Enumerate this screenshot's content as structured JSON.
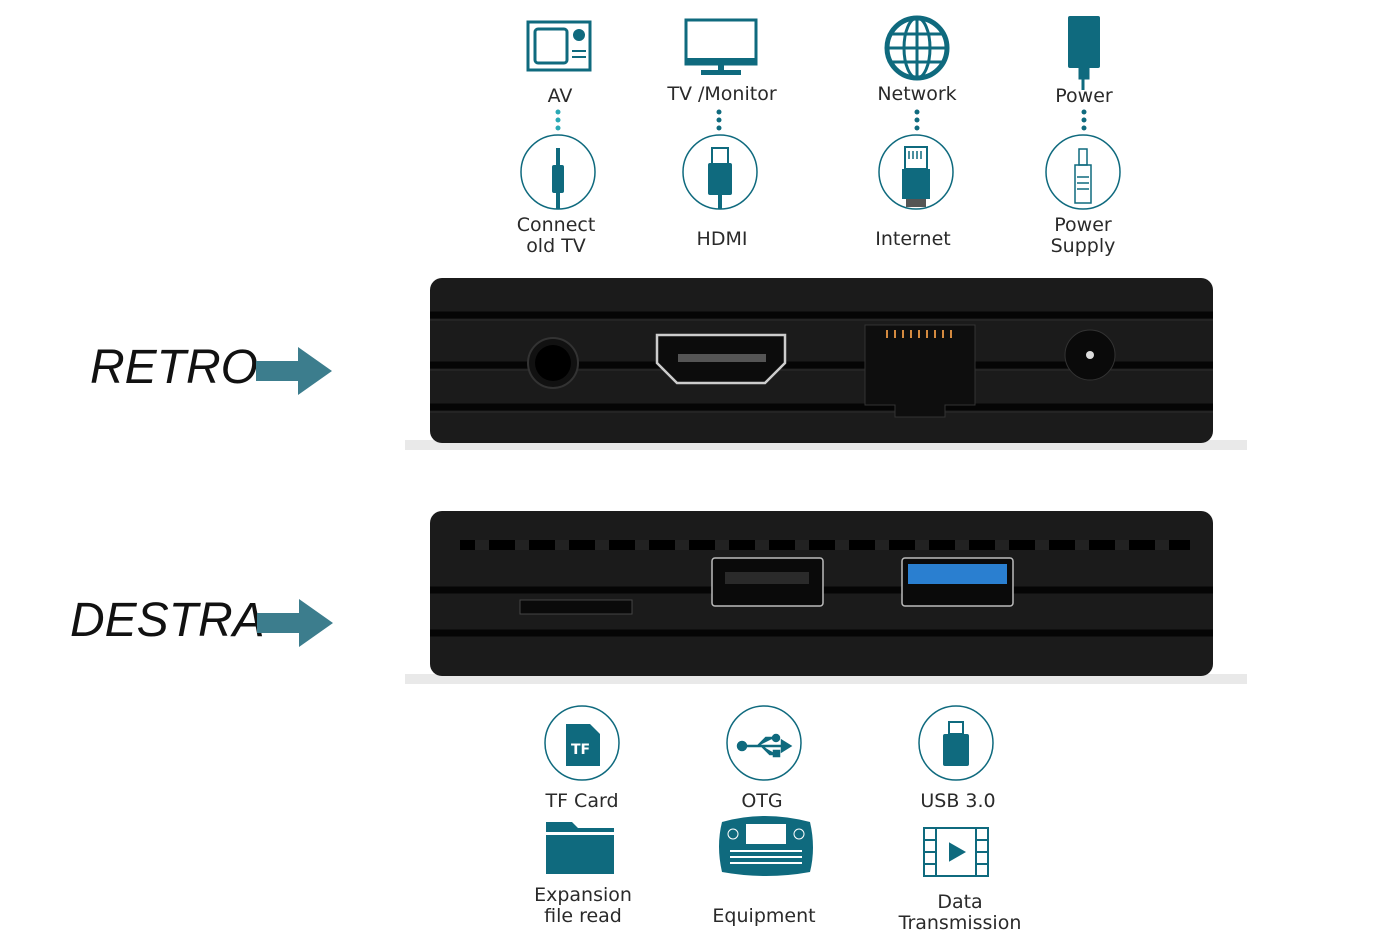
{
  "colors": {
    "accent": "#0f6a7e",
    "arrow": "#3c7d8d",
    "device": "#1b1b1b",
    "usb3": "#2a7fd0"
  },
  "top_ports": [
    {
      "source": "AV",
      "port": "Connect\nold TV",
      "icon": "av-tv-icon",
      "port_icon": "audio-jack-icon"
    },
    {
      "source": "TV /Monitor",
      "port": "HDMI",
      "icon": "monitor-icon",
      "port_icon": "hdmi-plug-icon"
    },
    {
      "source": "Network",
      "port": "Internet",
      "icon": "globe-icon",
      "port_icon": "ethernet-plug-icon"
    },
    {
      "source": "Power",
      "port": "Power\nSupply",
      "icon": "power-adapter-icon",
      "port_icon": "dc-plug-icon"
    }
  ],
  "sides": {
    "rear": "RETRO",
    "right": "DESTRA"
  },
  "bottom_ports": [
    {
      "port": "TF Card",
      "use": "Expansion\nfile read",
      "icon_text": "TF",
      "icon": "tf-card-icon",
      "use_icon": "folder-icon"
    },
    {
      "port": "OTG",
      "use": "Equipment",
      "icon": "usb-symbol-icon",
      "use_icon": "keyboard-icon"
    },
    {
      "port": "USB 3.0",
      "use": "Data\nTransmission",
      "icon": "usb-stick-icon",
      "use_icon": "video-film-icon"
    }
  ]
}
